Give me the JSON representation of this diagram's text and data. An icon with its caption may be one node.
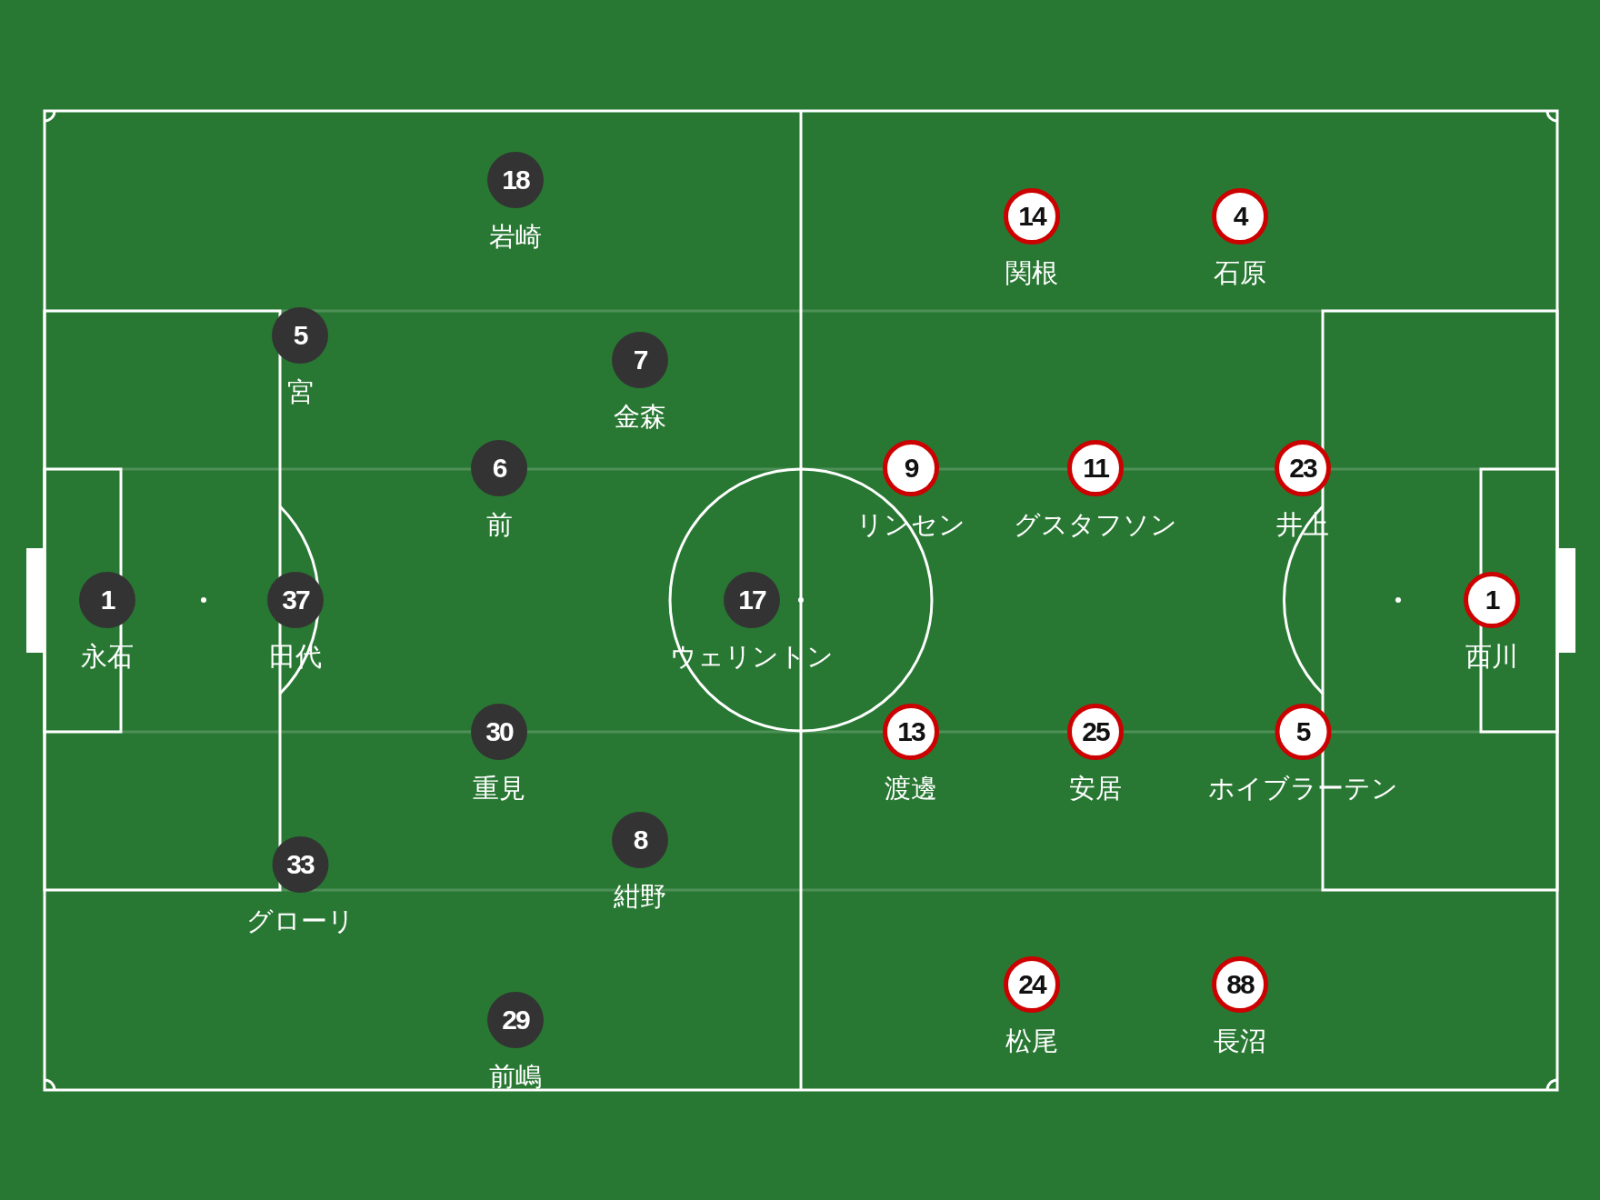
{
  "diagram": {
    "nodes": [
      {
        "text": [
          "1",
          "永石"
        ]
      },
      {
        "text": [
          "5",
          "宮"
        ]
      },
      {
        "text": [
          "37",
          "田代"
        ]
      },
      {
        "text": [
          "33",
          "グローリ"
        ]
      },
      {
        "text": [
          "18",
          "岩崎"
        ]
      },
      {
        "text": [
          "6",
          "前"
        ]
      },
      {
        "text": [
          "30",
          "重見"
        ]
      },
      {
        "text": [
          "29",
          "前嶋"
        ]
      },
      {
        "text": [
          "7",
          "金森"
        ]
      },
      {
        "text": [
          "8",
          "紺野"
        ]
      },
      {
        "text": [
          "17",
          "ウェリントン"
        ]
      },
      {
        "text": [
          "9",
          "リンセン"
        ]
      },
      {
        "text": [
          "13",
          "渡邊"
        ]
      },
      {
        "text": [
          "14",
          "関根"
        ]
      },
      {
        "text": [
          "24",
          "松尾"
        ]
      },
      {
        "text": [
          "11",
          "グスタフソン"
        ]
      },
      {
        "text": [
          "25",
          "安居"
        ]
      },
      {
        "text": [
          "4",
          "石原"
        ]
      },
      {
        "text": [
          "88",
          "長沼"
        ]
      },
      {
        "text": [
          "23",
          "井上"
        ]
      },
      {
        "text": [
          "5",
          "ホイブラーテン"
        ]
      },
      {
        "text": [
          "1",
          "西川"
        ]
      }
    ]
  }
}
